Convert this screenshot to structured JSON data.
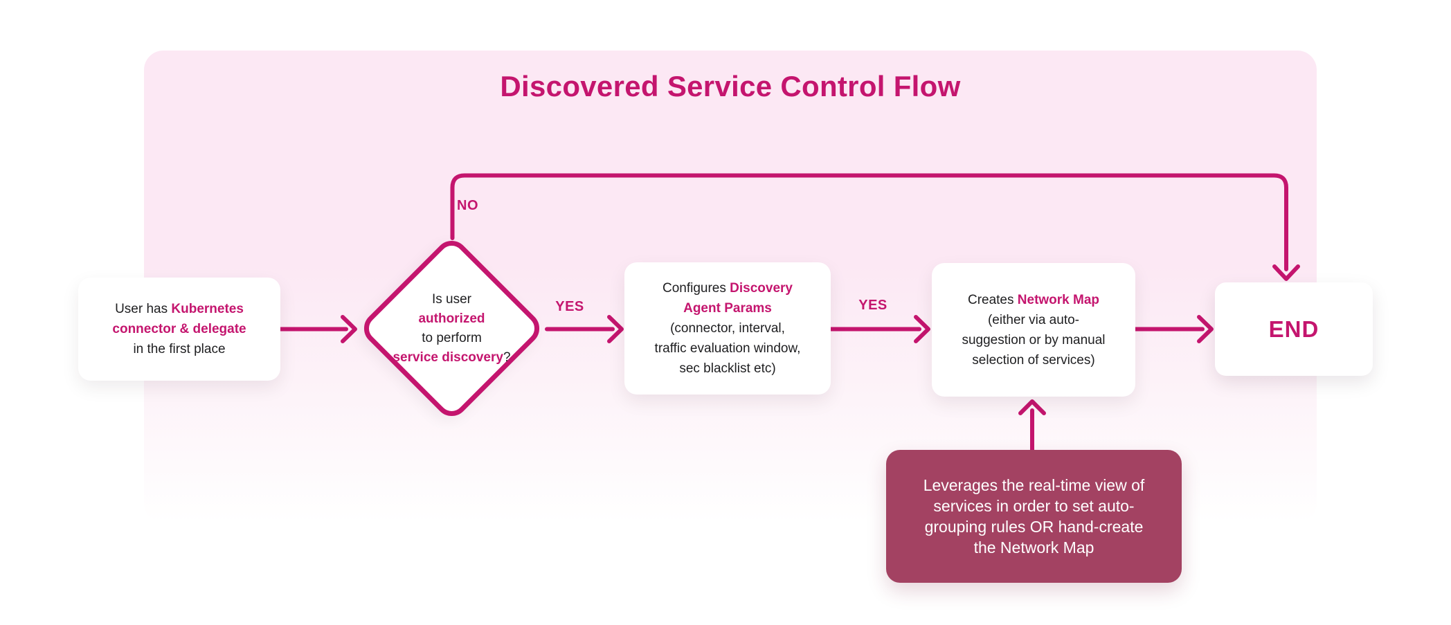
{
  "title": "Discovered Service Control Flow",
  "colors": {
    "accent": "#C4156E",
    "panel": "#FCE8F4",
    "note_bg": "#A34262",
    "text": "#1E1E20",
    "node_bg": "#FFFFFF"
  },
  "edges": {
    "no_label": "NO",
    "yes_label_1": "YES",
    "yes_label_2": "YES"
  },
  "nodes": {
    "start": {
      "lines": [
        [
          {
            "text": "User has ",
            "accent": false
          },
          {
            "text": "Kubernetes",
            "accent": true
          }
        ],
        [
          {
            "text": "connector & delegate",
            "accent": true
          }
        ],
        [
          {
            "text": "in the first place",
            "accent": false
          }
        ]
      ]
    },
    "decision": {
      "lines": [
        [
          {
            "text": "Is user",
            "accent": false
          }
        ],
        [
          {
            "text": "authorized",
            "accent": true
          }
        ],
        [
          {
            "text": "to perform",
            "accent": false
          }
        ],
        [
          {
            "text": "service discovery",
            "accent": true
          },
          {
            "text": "?",
            "accent": false
          }
        ]
      ]
    },
    "configure": {
      "lines": [
        [
          {
            "text": "Configures ",
            "accent": false
          },
          {
            "text": "Discovery",
            "accent": true
          }
        ],
        [
          {
            "text": "Agent Params",
            "accent": true
          }
        ],
        [
          {
            "text": "(connector, interval,",
            "accent": false
          }
        ],
        [
          {
            "text": "traffic evaluation window,",
            "accent": false
          }
        ],
        [
          {
            "text": "sec blacklist etc)",
            "accent": false
          }
        ]
      ]
    },
    "creates": {
      "lines": [
        [
          {
            "text": "Creates ",
            "accent": false
          },
          {
            "text": "Network Map",
            "accent": true
          }
        ],
        [
          {
            "text": "(either via auto-",
            "accent": false
          }
        ],
        [
          {
            "text": "suggestion or by manual",
            "accent": false
          }
        ],
        [
          {
            "text": "selection of services)",
            "accent": false
          }
        ]
      ]
    },
    "end": {
      "label": "END"
    },
    "note": {
      "lines": [
        [
          {
            "text": "Leverages the real-time view of",
            "accent": false
          }
        ],
        [
          {
            "text": "services in order to set auto-",
            "accent": false
          }
        ],
        [
          {
            "text": "grouping rules OR hand-create",
            "accent": false
          }
        ],
        [
          {
            "text": "the Network Map",
            "accent": false
          }
        ]
      ]
    }
  }
}
